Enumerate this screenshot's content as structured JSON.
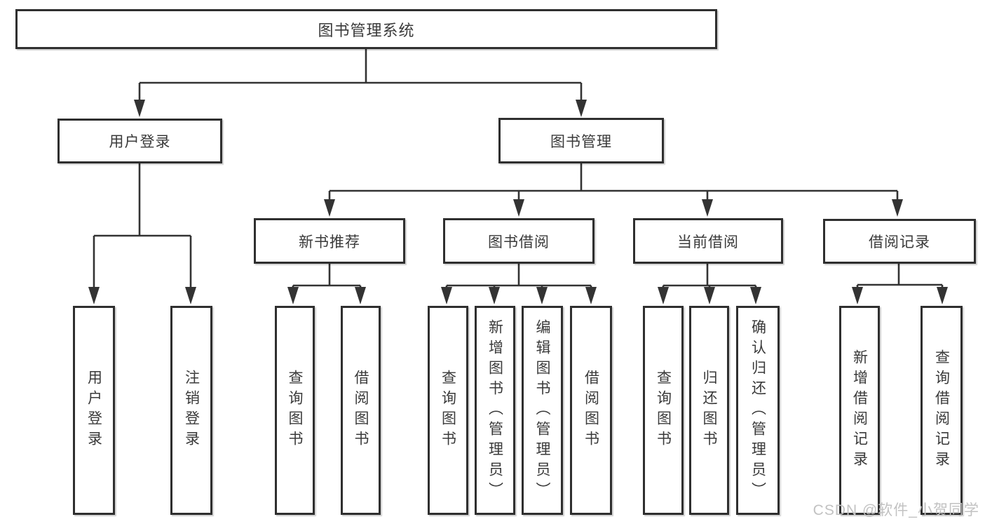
{
  "nodes": {
    "root": "图书管理系统",
    "l2_user_login": "用户登录",
    "l2_book_mgmt": "图书管理",
    "l3_new_book": "新书推荐",
    "l3_book_borrow": "图书借阅",
    "l3_current_borrow": "当前借阅",
    "l3_borrow_records": "借阅记录",
    "leaf_user_login": "用户登录",
    "leaf_logout": "注销登录",
    "leaf_newbook_query": "查询图书",
    "leaf_newbook_borrow": "借阅图书",
    "leaf_borrow_query": "查询图书",
    "leaf_borrow_add": "新增图书（管理员）",
    "leaf_borrow_edit": "编辑图书（管理员）",
    "leaf_borrow_borrow": "借阅图书",
    "leaf_current_query": "查询图书",
    "leaf_current_return": "归还图书",
    "leaf_current_confirm": "确认归还（管理员）",
    "leaf_records_add": "新增借阅记录",
    "leaf_records_query": "查询借阅记录"
  },
  "watermark": "CSDN @软件_小贺同学",
  "colors": {
    "line": "#333333",
    "border": "#2f2f2f",
    "text": "#3a3a3a",
    "watermark": "#c2c2c2",
    "background": "#ffffff"
  }
}
